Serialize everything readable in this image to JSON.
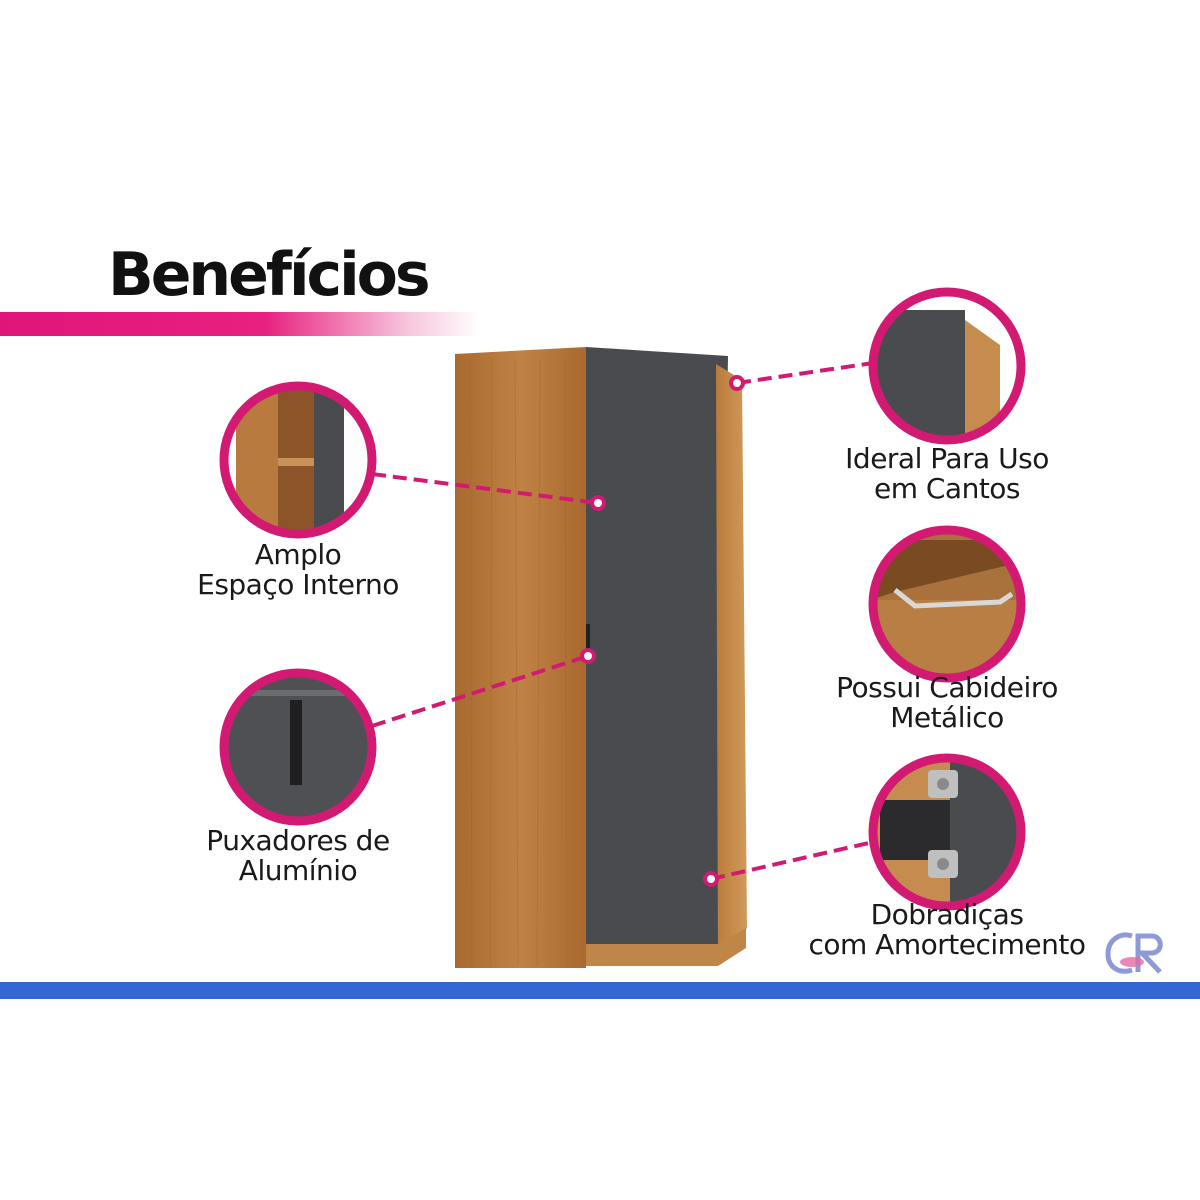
{
  "heading": "Benefícios",
  "colors": {
    "accent": "#e0157a",
    "bottom_bar": "#3466d6",
    "wood": "#b77a3c",
    "door": "#4a4b4e"
  },
  "callouts": [
    {
      "id": "interior",
      "lines": [
        "Amplo",
        "Espaço Interno"
      ],
      "icon": "interior-shelves-icon"
    },
    {
      "id": "handles",
      "lines": [
        "Puxadores de",
        "Alumínio"
      ],
      "icon": "aluminum-handle-icon"
    },
    {
      "id": "corner",
      "lines": [
        "Ideral Para Uso",
        "em Cantos"
      ],
      "icon": "corner-panel-icon"
    },
    {
      "id": "rail",
      "lines": [
        "Possui Cabideiro",
        "Metálico"
      ],
      "icon": "hanging-rail-icon"
    },
    {
      "id": "hinges",
      "lines": [
        "Dobradiças",
        "com Amortecimento"
      ],
      "icon": "soft-close-hinge-icon"
    }
  ],
  "logo": "CR"
}
